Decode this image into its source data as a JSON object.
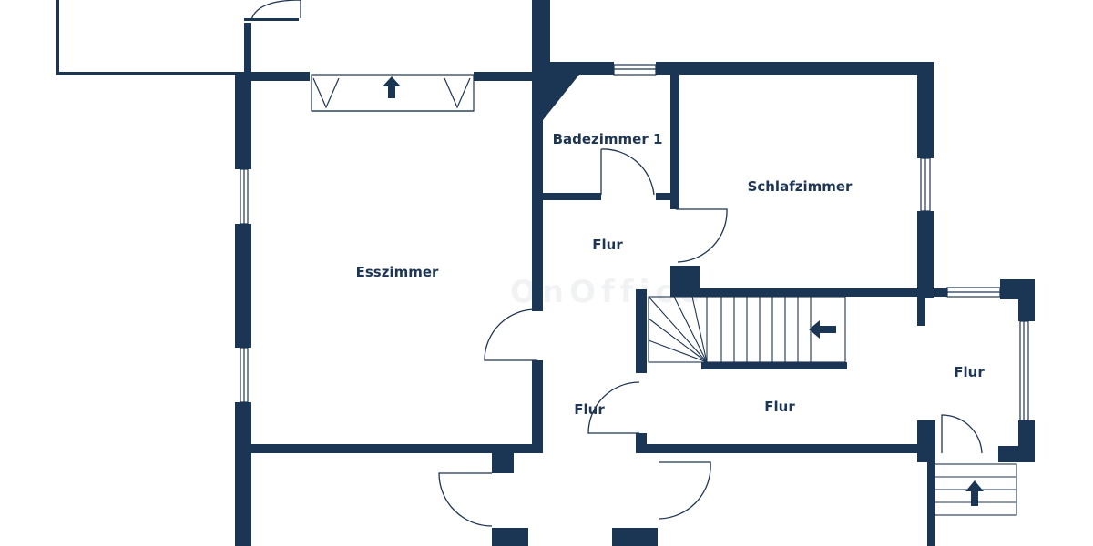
{
  "colors": {
    "wall": "#1b3554",
    "line": "#1e3553",
    "background": "#ffffff"
  },
  "rooms": [
    {
      "id": "badezimmer-1",
      "label": "Badezimmer 1"
    },
    {
      "id": "schlafzimmer",
      "label": "Schlafzimmer"
    },
    {
      "id": "esszimmer",
      "label": "Esszimmer"
    },
    {
      "id": "flur-upper",
      "label": "Flur"
    },
    {
      "id": "flur-lower-left",
      "label": "Flur"
    },
    {
      "id": "flur-center",
      "label": "Flur"
    },
    {
      "id": "flur-right",
      "label": "Flur"
    }
  ],
  "watermark": "OnOffice",
  "icons": {
    "arrow": "up-arrow-icon",
    "stair_arrow": "left-arrow-icon"
  }
}
